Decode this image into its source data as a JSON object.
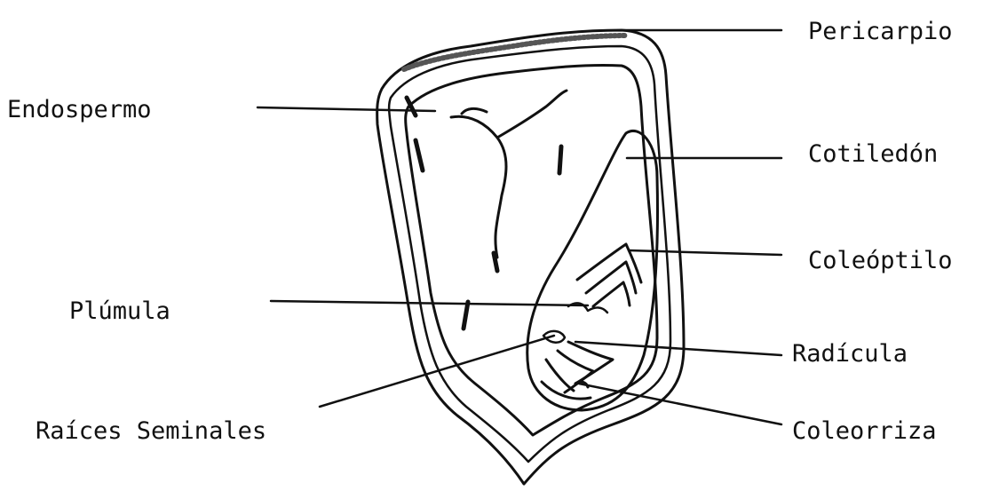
{
  "diagram": {
    "labels": {
      "pericarpio": "Pericarpio",
      "endospermo": "Endospermo",
      "cotiledon": "Cotiledón",
      "coleoptilo": "Coleóptilo",
      "plumula": "Plúmula",
      "radicula": "Radícula",
      "raices_seminales": "Raíces Seminales",
      "coleorriza": "Coleorriza"
    },
    "colors": {
      "ink": "#111111",
      "background": "#ffffff",
      "pericarp_texture": "#555555"
    }
  }
}
